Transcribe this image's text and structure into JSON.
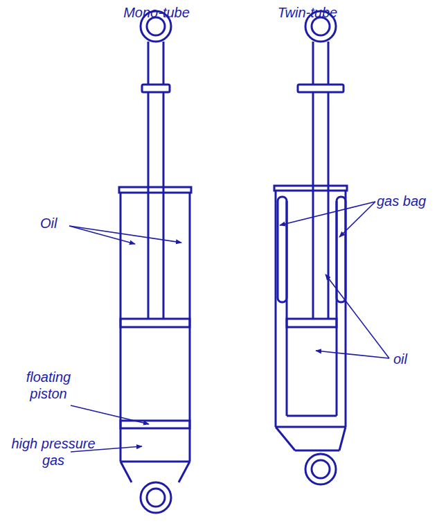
{
  "diagram": {
    "labels": [
      "Mono-tube",
      "Twin-tube",
      "Oil",
      "floating piston",
      "high pressure gas",
      "gas bag",
      "oil"
    ]
  }
}
